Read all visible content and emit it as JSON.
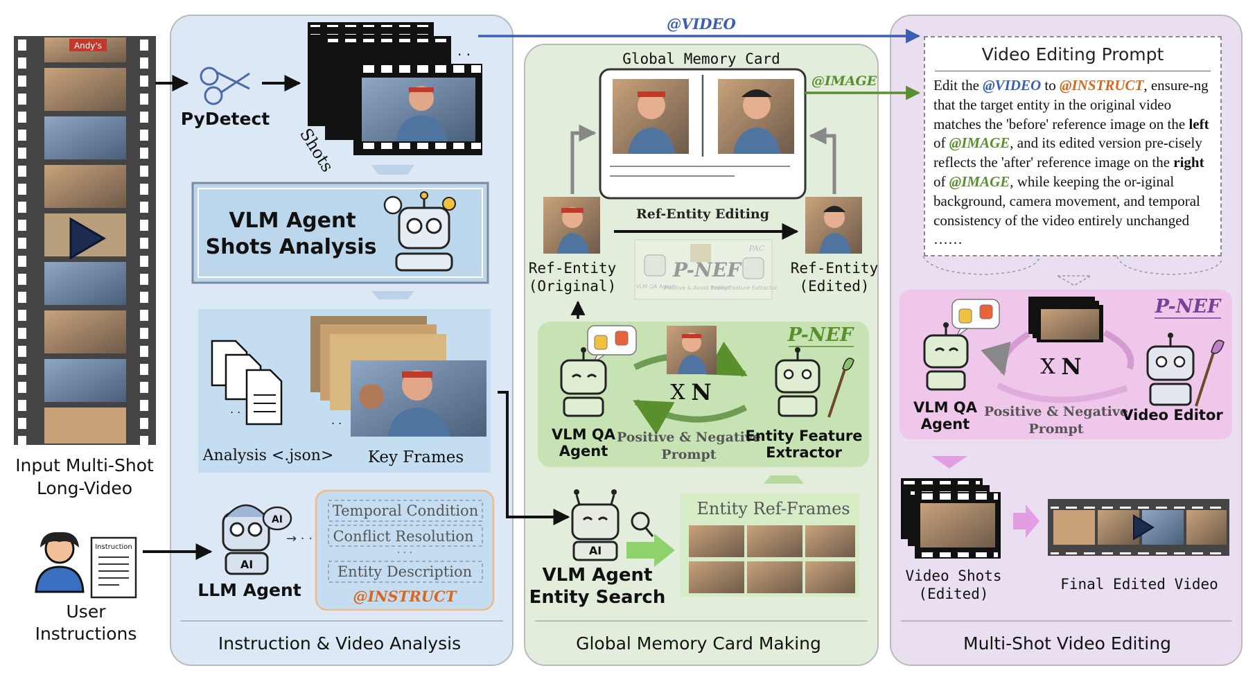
{
  "input": {
    "title_line1": "Input Multi-Shot",
    "title_line2": "Long-Video",
    "sign_text": "Andy's"
  },
  "user": {
    "label_line1": "User",
    "label_line2": "Instructions",
    "doc_label": "Instruction"
  },
  "panel1": {
    "title": "Instruction & Video Analysis",
    "pydetect": "PyDetect",
    "shots": "Shots",
    "vlm_line1": "VLM Agent",
    "vlm_line2": "Shots Analysis",
    "analysis": "Analysis <.json>",
    "keyframes": "Key Frames",
    "llm": "LLM Agent",
    "ai": "AI",
    "cond1": "Temporal Condition",
    "cond2": "Conflict Resolution",
    "cond3": "Entity Description",
    "instruct": "@INSTRUCT"
  },
  "panel2": {
    "title": "Global Memory Card Making",
    "card_title": "Global Memory Card",
    "ref_orig_line1": "Ref-Entity",
    "ref_orig_line2": "(Original)",
    "ref_edit_line1": "Ref-Entity",
    "ref_edit_line2": "(Edited)",
    "ref_editing": "Ref-Entity Editing",
    "pnef_faded": "P-NEF",
    "pac": "PAC",
    "faded_qa": "VLM QA Agent",
    "faded_prompt": "Positive & Avoid Prompt",
    "faded_extractor": "Entity Feature Extractor",
    "pnef": "P-NEF",
    "times": "X",
    "n": "N",
    "qa_line1": "VLM QA",
    "qa_line2": "Agent",
    "pn_line1": "Positive & Negative",
    "pn_line2": "Prompt",
    "extractor_line1": "Entity Feature",
    "extractor_line2": "Extractor",
    "search_line1": "VLM Agent",
    "search_line2": "Entity Search",
    "ref_frames": "Entity Ref-Frames",
    "ai": "AI"
  },
  "panel3": {
    "title": "Multi-Shot Video Editing",
    "pnef": "P-NEF",
    "times": "X",
    "n": "N",
    "qa_line1": "VLM QA",
    "qa_line2": "Agent",
    "pn_line1": "Positive & Negative",
    "pn_line2": "Prompt",
    "editor": "Video Editor",
    "shots_line1": "Video Shots",
    "shots_line2": "(Edited)",
    "final": "Final Edited Video"
  },
  "arrows": {
    "video": "@VIDEO",
    "image": "@IMAGE"
  },
  "prompt": {
    "title": "Video Editing Prompt",
    "t1": "Edit the ",
    "video": "@VIDEO",
    "t2": " to ",
    "instruct": "@INSTRUCT",
    "t3": ", ensure-ng that the target entity in the original video matches the 'before' reference image on the ",
    "left": "left",
    "t4": " of ",
    "image1": "@IMAGE",
    "t5": ", and its edited version pre-cisely reflects the 'after' reference image on the ",
    "right": "right",
    "t6": " of ",
    "image2": "@IMAGE",
    "t7": ", while keeping the or-iginal background, camera movement, and temporal consistency of the video entirely unchanged ……"
  },
  "colors": {
    "panel1_fill": "#dce8f5",
    "panel2_fill": "#e2eedb",
    "panel3_fill": "#e9dff0",
    "video_arrow": "#3a5fb0",
    "image_arrow": "#5a8f2e",
    "instruct": "#d8661e",
    "pnef_green": "#5a8f2e",
    "pnef_purple": "#7a3f96"
  }
}
